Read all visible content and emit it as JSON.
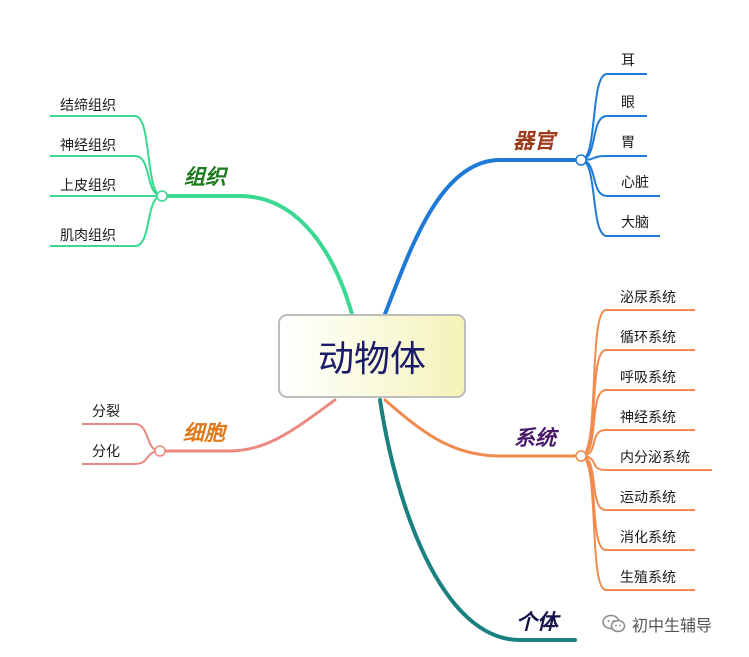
{
  "center": {
    "label": "动物体"
  },
  "branches": {
    "tissue": {
      "label": "组织",
      "color": "#3ad890",
      "label_color": "#1e7a1e",
      "leaves": [
        "结缔组织",
        "神经组织",
        "上皮组织",
        "肌肉组织"
      ]
    },
    "organ": {
      "label": "器官",
      "color": "#1e7ad6",
      "label_color": "#9c3a1c",
      "leaves": [
        "耳",
        "眼",
        "胃",
        "心脏",
        "大脑"
      ]
    },
    "cell": {
      "label": "细胞",
      "color": "#ea8a80",
      "label_color": "#e07a1a",
      "leaves": [
        "分裂",
        "分化"
      ]
    },
    "system": {
      "label": "系统",
      "color": "#f08a4e",
      "label_color": "#4a1a6a",
      "leaves": [
        "泌尿系统",
        "循环系统",
        "呼吸系统",
        "神经系统",
        "内分泌系统",
        "运动系统",
        "消化系统",
        "生殖系统"
      ]
    },
    "individual": {
      "label": "个体",
      "color": "#1a8080",
      "label_color": "#14144a",
      "leaves": []
    }
  },
  "watermark": {
    "text": "初中生辅导",
    "icon": "wechat-icon"
  }
}
